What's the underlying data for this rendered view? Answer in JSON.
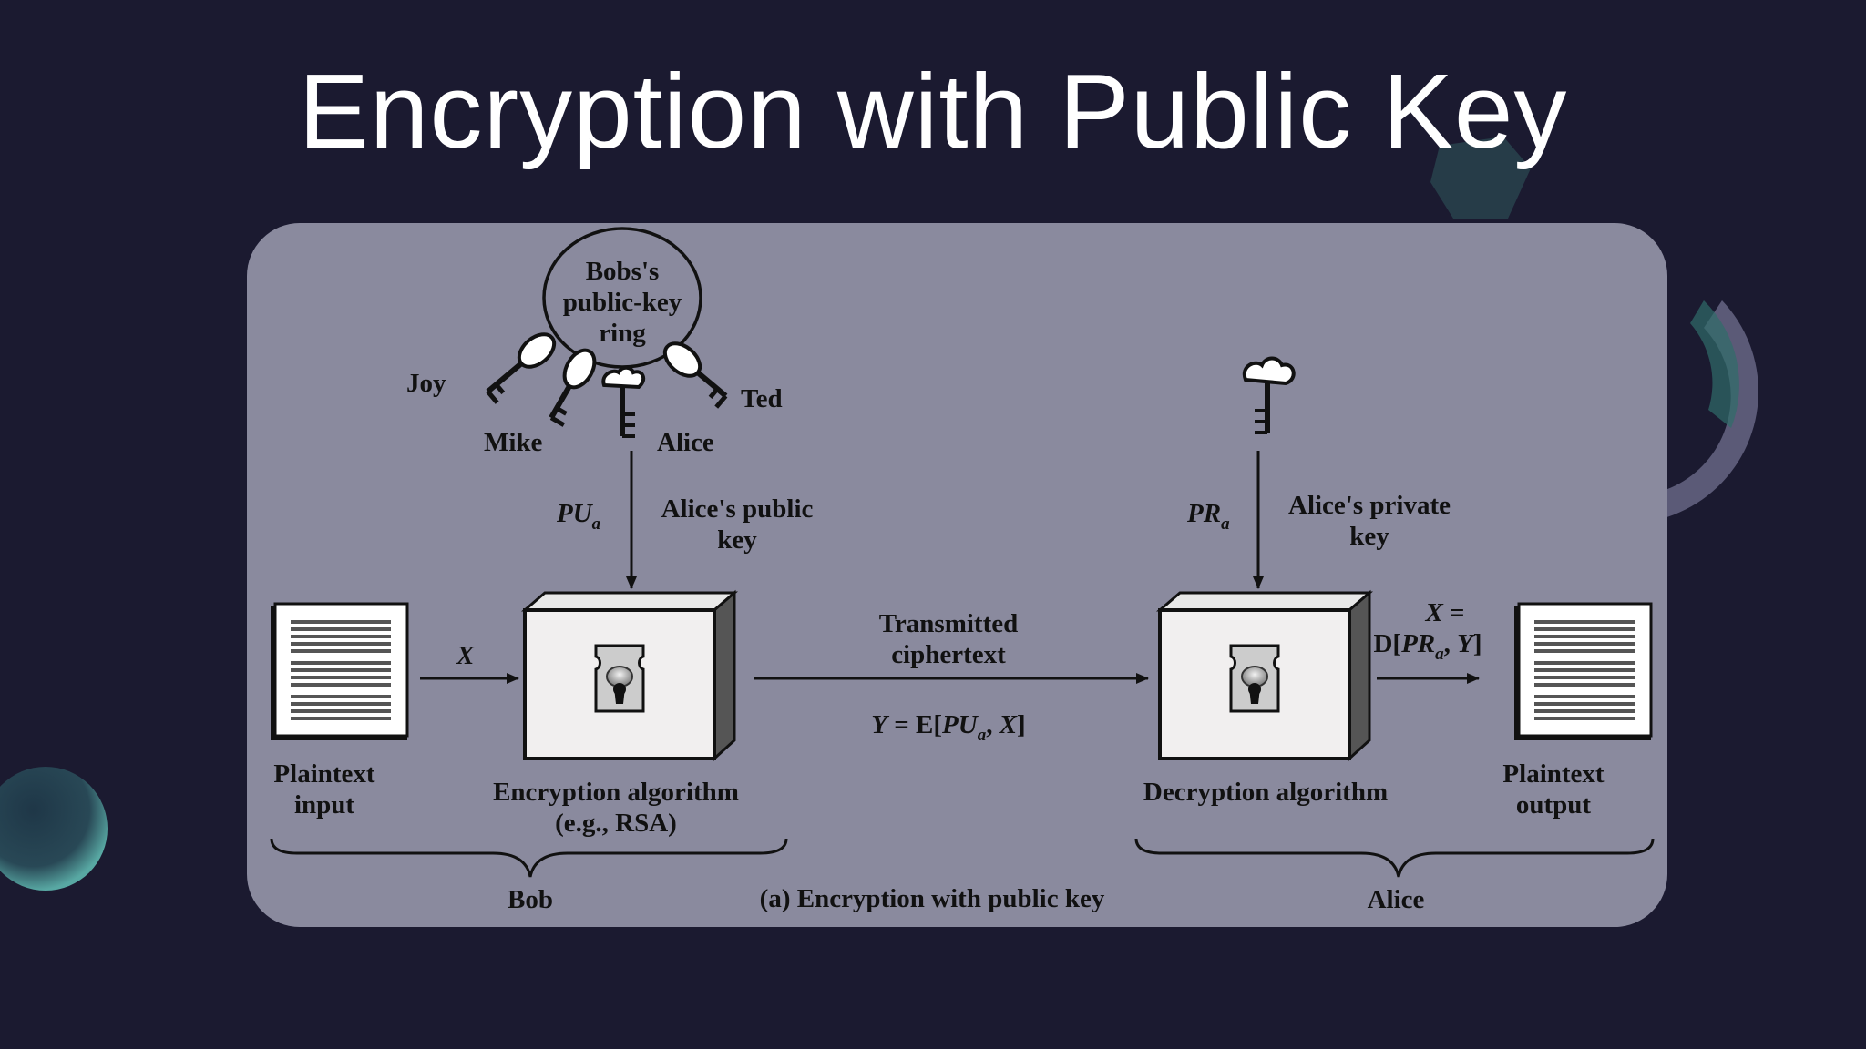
{
  "slide": {
    "title": "Encryption with Public Key"
  },
  "diagram": {
    "keyring": {
      "label_line1": "Bobs's",
      "label_line2": "public-key",
      "label_line3": "ring",
      "keys": {
        "joy": "Joy",
        "mike": "Mike",
        "alice": "Alice",
        "ted": "Ted"
      }
    },
    "public_key": {
      "symbol": "PU",
      "subscript": "a",
      "label_line1": "Alice's public",
      "label_line2": "key"
    },
    "private_key": {
      "symbol": "PR",
      "subscript": "a",
      "label_line1": "Alice's private",
      "label_line2": "key"
    },
    "plaintext_input": {
      "label_line1": "Plaintext",
      "label_line2": "input",
      "arrow_label": "X"
    },
    "encryption": {
      "label_line1": "Encryption algorithm",
      "label_line2": "(e.g., RSA)"
    },
    "transmit": {
      "label_line1": "Transmitted",
      "label_line2": "ciphertext",
      "eq_y": "Y",
      "eq_mid": " = E[",
      "eq_pu": "PU",
      "eq_sub": "a",
      "eq_comma": ", ",
      "eq_x": "X",
      "eq_end": "]"
    },
    "decryption": {
      "label": "Decryption algorithm"
    },
    "decrypt_output": {
      "eq_x": "X",
      "eq_top_rest": " =",
      "eq_d": "D[",
      "eq_pr": "PR",
      "eq_sub": "a",
      "eq_comma": ", ",
      "eq_y": "Y",
      "eq_end": "]"
    },
    "plaintext_output": {
      "label_line1": "Plaintext",
      "label_line2": "output"
    },
    "brace_bob": "Bob",
    "brace_alice": "Alice",
    "caption": "(a) Encryption with public key"
  },
  "colors": {
    "background": "#1b1a30",
    "panel": "#8a8a9e",
    "title": "#ffffff",
    "ink": "#111111"
  }
}
